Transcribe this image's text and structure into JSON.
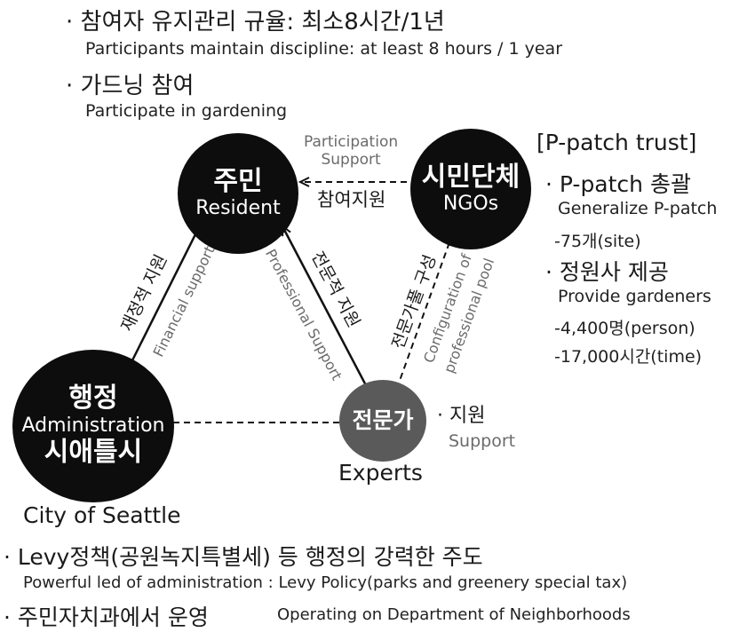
{
  "top_notes": [
    {
      "ko": "· 참여자 유지관리 규율: 최소8시간/1년",
      "en": "Participants maintain discipline: at least 8 hours / 1 year"
    },
    {
      "ko": "· 가드닝 참여",
      "en": "Participate in gardening"
    }
  ],
  "nodes": {
    "resident": {
      "ko": "주민",
      "en": "Resident"
    },
    "ngos": {
      "ko": "시민단체",
      "en": "NGOs"
    },
    "administration": {
      "ko_top": "행정",
      "en": "Administration",
      "ko_bottom": "시애틀시"
    },
    "experts": {
      "ko": "전문가",
      "en": "Experts"
    }
  },
  "edges": {
    "participation_support_en": "Participation\nSupport",
    "participation_support_ko": "참여지원",
    "financial_support_ko": "재정적 지원",
    "financial_support_en": "Financial support",
    "professional_support_ko": "전문적 지원",
    "professional_support_en": "Professional Support",
    "pool_ko": "전문가풀 구성",
    "pool_en_1": "Configuration of",
    "pool_en_2": "professional pool"
  },
  "ngo_panel": {
    "heading": "[P-patch trust]",
    "item1_ko": "· P-patch 총괄",
    "item1_en": "Generalize P-patch",
    "item1_count": "-75개(site)",
    "item2_ko": "· 정원사 제공",
    "item2_en": "Provide gardeners",
    "item2_count1": "-4,400명(person)",
    "item2_count2": "-17,000시간(time)"
  },
  "experts_note": {
    "ko": "· 지원",
    "en": "Support"
  },
  "city_label": "City of Seattle",
  "bottom_notes": [
    {
      "ko": "· Levy정책(공원녹지특별세) 등 행정의 강력한 주도",
      "en": "Powerful led of administration : Levy Policy(parks and greenery special tax)"
    },
    {
      "ko": "· 주민자치과에서 운영",
      "en": "Operating on Department of Neighborhoods"
    }
  ],
  "colors": {
    "node_black": "#0d0d0d",
    "node_gray": "#5a5a5a",
    "edge_label_gray": "#6b6b6b"
  }
}
